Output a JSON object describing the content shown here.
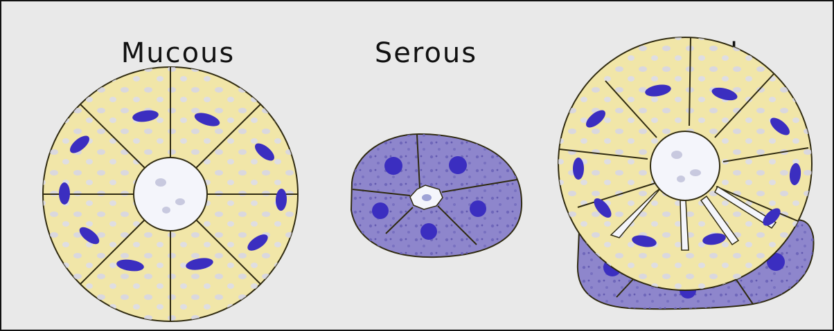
{
  "labels": {
    "mucous": "Mucous",
    "serous": "Serous",
    "mixed": "Mixed"
  },
  "colors": {
    "background": "#e9e9e9",
    "mucous_cell": "#f1e6a8",
    "serous_cell": "#8e86cc",
    "nucleus": "#3b2ec0",
    "lumen": "#f4f5fb",
    "outline": "#2f2a10"
  }
}
